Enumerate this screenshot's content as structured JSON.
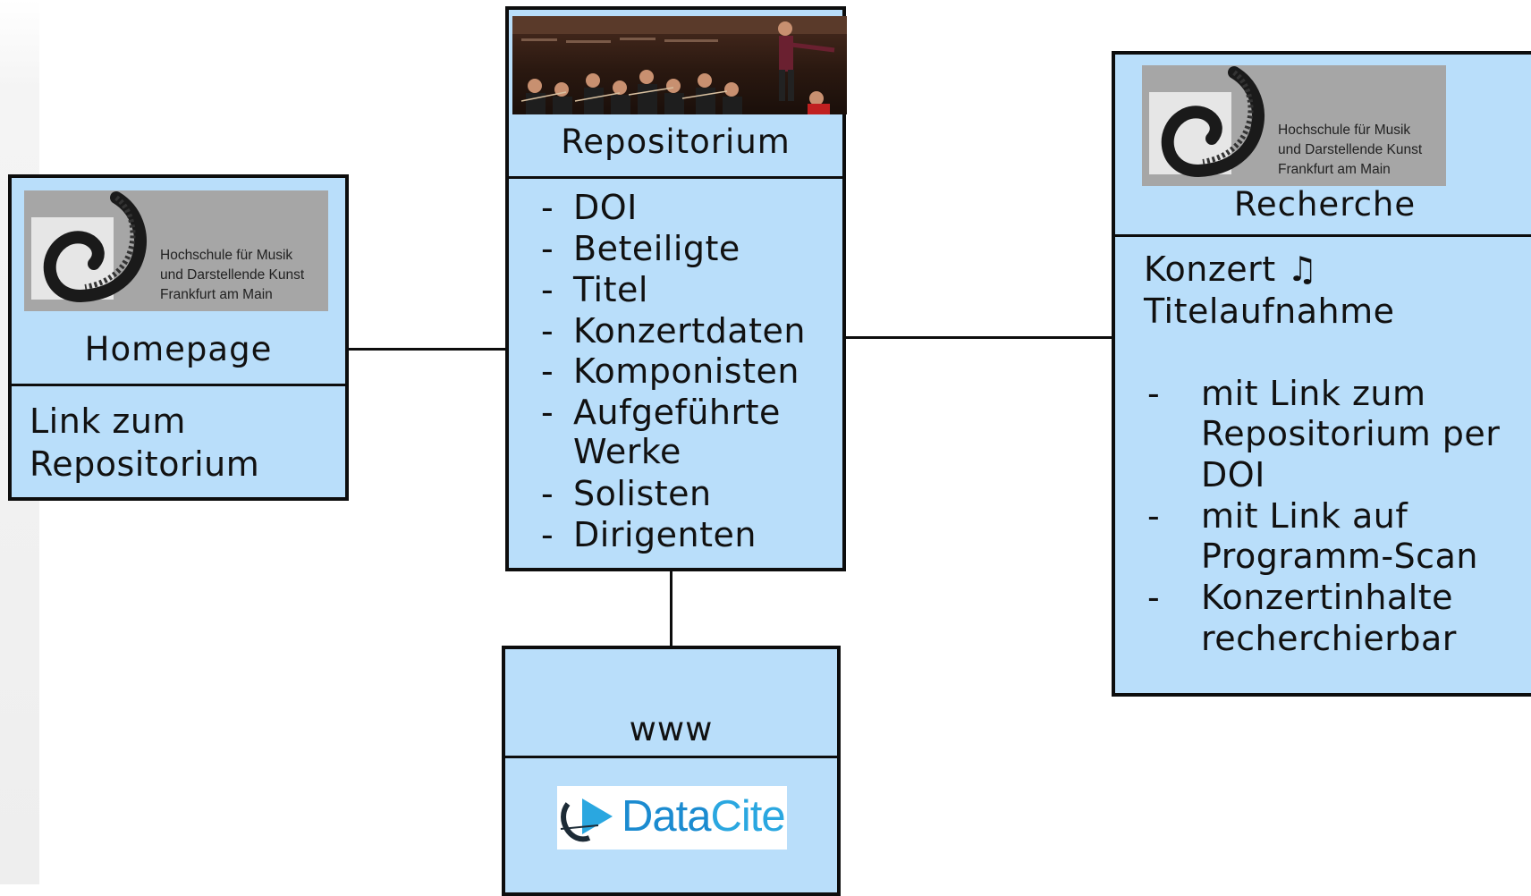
{
  "homepage": {
    "title": "Homepage",
    "body_lines": [
      "Link zum",
      "Repositorium"
    ],
    "logo_lines": [
      "Hochschule für Musik",
      "und Darstellende Kunst",
      "Frankfurt am Main"
    ]
  },
  "repository": {
    "title": "Repositorium",
    "items": [
      "DOI",
      "Beteiligte",
      "Titel",
      "Konzertdaten",
      "Komponisten",
      "Aufgeführte",
      "Werke",
      "Solisten",
      "Dirigenten"
    ]
  },
  "research": {
    "title": "Recherche",
    "intro_lines": [
      "Konzert ♫",
      "Titelaufnahme"
    ],
    "item_lines": [
      "mit Link zum",
      "Repositorium per",
      "DOI",
      "mit Link auf",
      "Programm-Scan",
      "Konzertinhalte",
      "recherchierbar"
    ],
    "logo_lines": [
      "Hochschule für Musik",
      "und Darstellende Kunst",
      "Frankfurt am Main"
    ]
  },
  "www": {
    "title": "www",
    "datacite_label_1": "Data",
    "datacite_label_2": "Cite"
  },
  "colors": {
    "box_fill": "#b9defa",
    "border": "#0d0d0d",
    "datacite_dark": "#1b8bd0",
    "datacite_light": "#2aa7e0"
  }
}
